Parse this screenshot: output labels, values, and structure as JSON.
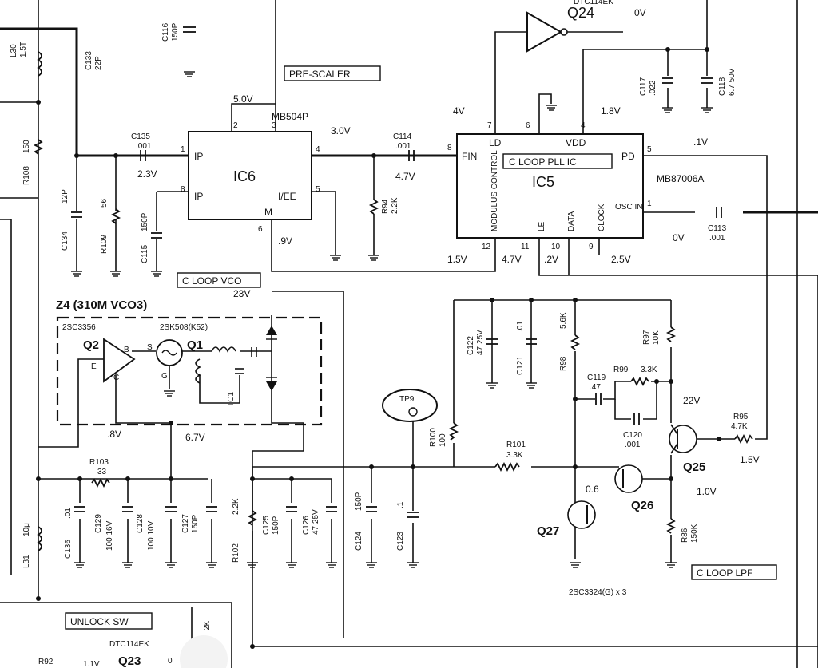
{
  "section_labels": {
    "pre_scaler": "PRE-SCALER",
    "c_loop_vco": "C LOOP VCO",
    "c_loop_lpf": "C LOOP LPF",
    "unlock_sw": "UNLOCK SW",
    "z4": "Z4 (310M VCO3)",
    "c_loop_pll_ic": "C LOOP PLL IC",
    "transistor_note": "2SC3324(G) x 3"
  },
  "ics": {
    "ic6": {
      "ref": "IC6",
      "part": "MB504P",
      "pins": {
        "ip1": "IP",
        "ip8": "IP",
        "iee": "I/EE",
        "m": "M"
      }
    },
    "ic5": {
      "ref": "IC5",
      "part": "MB87006A",
      "pins": {
        "fin": "FIN",
        "ld": "LD",
        "vdd": "VDD",
        "pd": "PD",
        "mod": "MODULUS CONTROL",
        "le": "LE",
        "data": "DATA",
        "clock": "CLOCK",
        "osc": "OSC IN"
      }
    }
  },
  "pin_numbers": {
    "ic6_1": "1",
    "ic6_2": "2",
    "ic6_3": "3",
    "ic6_4": "4",
    "ic6_5": "5",
    "ic6_6": "6",
    "ic6_8": "8",
    "ic5_1": "1",
    "ic5_4": "4",
    "ic5_5": "5",
    "ic5_6": "6",
    "ic5_7": "7",
    "ic5_8": "8",
    "ic5_9": "9",
    "ic5_10": "10",
    "ic5_11": "11",
    "ic5_12": "12"
  },
  "voltages": {
    "v5_0": "5.0V",
    "v3_0": "3.0V",
    "v2_3": "2.3V",
    "v0_9": ".9V",
    "v4_7a": "4.7V",
    "v4": "4V",
    "v1_8": "1.8V",
    "v0_1": ".1V",
    "v0_osc": "0V",
    "v0_q24": "0V",
    "v1_5a": "1.5V",
    "v4_7b": "4.7V",
    "v0_2": ".2V",
    "v2_5": "2.5V",
    "v23": "23V",
    "v0_8": ".8V",
    "v6_7": "6.7V",
    "v22": "22V",
    "v1_5b": "1.5V",
    "v1_0": "1.0V",
    "v0_6": "0.6"
  },
  "transistors": {
    "q1": "Q1",
    "q1_part": "2SK508(K52)",
    "q2": "Q2",
    "q2_part": "2SC3356",
    "q23": "Q23",
    "q23_part": "DTC114EK",
    "q24": "Q24",
    "q24_part": "DTC114EK",
    "q25": "Q25",
    "q26": "Q26",
    "q27": "Q27"
  },
  "terminals": {
    "b": "B",
    "e": "E",
    "c": "C",
    "s": "S",
    "g": "G"
  },
  "components": {
    "c116": "C116",
    "c116_v": "150P",
    "l30": "L30",
    "l30_v": "1.5T",
    "c133": "C133",
    "c133_v": "22P",
    "r108": "R108",
    "r108_v": "150",
    "c135": "C135",
    "c135_v": ".001",
    "c134": "C134",
    "c134_v": "12P",
    "r109": "R109",
    "r109_v": "56",
    "c115": "C115",
    "c115_v": "150P",
    "c114": "C114",
    "c114_v": ".001",
    "r94": "R94",
    "r94_v": "2.2K",
    "c117": "C117",
    "c117_v": ".022",
    "c118": "C118",
    "c118_v": "6.7 50V",
    "c113": "C113",
    "c113_v": ".001",
    "c122": "C122",
    "c122_v": "47 25V",
    "c121": "C121",
    "c121_v": ".01",
    "r98": "R98",
    "r98_v": "5.6K",
    "r97": "R97",
    "r97_v": "10K",
    "c119": "C119",
    "c119_v": ".47",
    "r99": "R99",
    "r99_v": "3.3K",
    "c120": "C120",
    "c120_v": ".001",
    "r95": "R95",
    "r95_v": "4.7K",
    "r100": "R100",
    "r100_v": "100",
    "r101": "R101",
    "r101_v": "3.3K",
    "r86": "R86",
    "r86_v": "150K",
    "r103": "R103",
    "r103_v": "33",
    "c136": "C136",
    "c136_v": ".01",
    "c129": "C129",
    "c129_v": "100 16V",
    "c128": "C128",
    "c128_v": "100 10V",
    "c127": "C127",
    "c127_v": "150P",
    "r102": "R102",
    "r102_v": "2.2K",
    "c125": "C125",
    "c125_v": "150P",
    "c126": "C126",
    "c126_v": "47 25V",
    "c124": "C124",
    "c124_v": "150P",
    "c123": "C123",
    "c123_v": ".1",
    "l31": "L31",
    "l31_v": "10μ",
    "tc1": "TC1",
    "tp9": "TP9",
    "r92": "R92",
    "partial_k": "2K",
    "partial_1v": "1.1V",
    "partial_0": "0"
  }
}
